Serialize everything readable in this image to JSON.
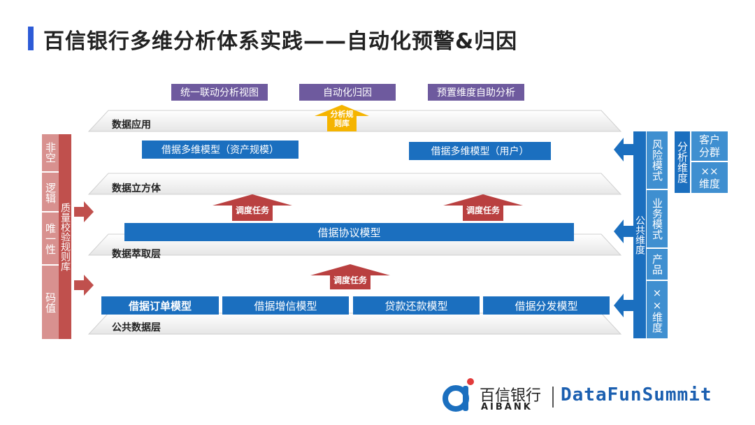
{
  "title": "百信银行多维分析体系实践——自动化预警&归因",
  "applications": [
    "统一联动分析视图",
    "自动化归因",
    "预置维度自助分析"
  ],
  "rule_library": "分析规则库",
  "layers": {
    "app": "数据应用",
    "cube": "数据立方体",
    "extract": "数据萃取层",
    "common": "公共数据层"
  },
  "cube_models": [
    "借据多维模型（资产规模）",
    "借据多维模型（用户）"
  ],
  "schedule_task": "调度任务",
  "protocol_model": "借据协议模型",
  "common_models": [
    "借据订单模型",
    "借据增信模型",
    "贷款还款模型",
    "借据分发模型"
  ],
  "left": {
    "checks": [
      "非空",
      "逻辑",
      "唯一性",
      "码值"
    ],
    "library": "质量校验规则库"
  },
  "right": {
    "public_dim": "公共维度",
    "dims": [
      "风险模式",
      "业务模式",
      "产品",
      "××维度"
    ],
    "analysis_dim": "分析维度",
    "analysis_items": [
      "客户分群",
      "××维度"
    ]
  },
  "footer": {
    "bank_cn": "百信银行",
    "bank_en": "AIBANK",
    "summit": "DataFunSummit"
  },
  "colors": {
    "accent": "#2d5bd7",
    "purple": "#6e5a9e",
    "blue": "#1b6fbf",
    "red_arrow": "#b94040",
    "orange_arrow": "#f5b400"
  }
}
